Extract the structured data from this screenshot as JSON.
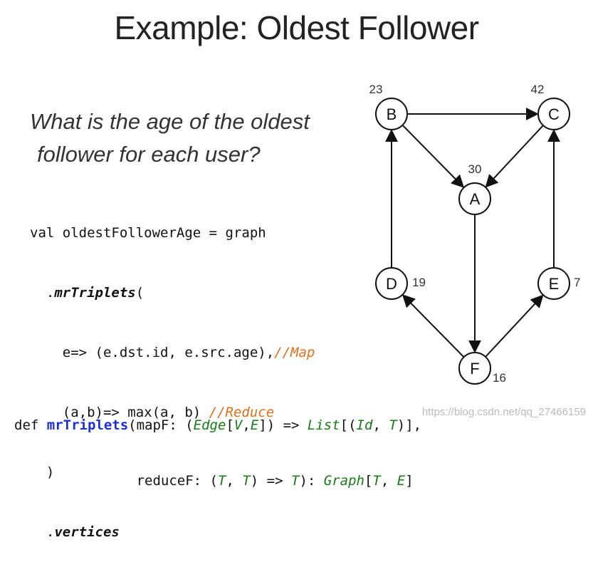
{
  "title": "Example: Oldest Follower",
  "question": {
    "line1": "What is the age of the oldest",
    "line2": "follower for each user?"
  },
  "code": {
    "l1_a": "val oldestFollowerAge = graph",
    "l2_dot": "  .",
    "l2_fn": "mrTriplets",
    "l2_paren": "(",
    "l3_code": "    e=> (e.dst.id, e.src.age),",
    "l3_cmt": "//Map",
    "l4_code": "    (a,b)=> max(a, b) ",
    "l4_cmt": "//Reduce",
    "l5": "  )",
    "l6_dot": "  .",
    "l6_fn": "vertices"
  },
  "signature": {
    "def": "def ",
    "name": "mrTriplets",
    "p1": "(mapF: (",
    "edge": "Edge",
    "b1": "[",
    "v": "V",
    "comma1": ",",
    "e": "E",
    "p2": "]) => ",
    "list": "List",
    "p3": "[(",
    "id": "Id",
    "comma2": ", ",
    "t1": "T",
    "p4": ")],",
    "indent": "               reduceF: (",
    "t2": "T",
    "comma3": ", ",
    "t3": "T",
    "p5": ") => ",
    "t4": "T",
    "p6": "): ",
    "graph": "Graph",
    "b2": "[",
    "t5": "T",
    "comma4": ", ",
    "e2": "E",
    "p7": "]"
  },
  "graph": {
    "nodes": [
      {
        "id": "B",
        "age": "23"
      },
      {
        "id": "C",
        "age": "42"
      },
      {
        "id": "A",
        "age": "30"
      },
      {
        "id": "D",
        "age": "19"
      },
      {
        "id": "E",
        "age": "7"
      },
      {
        "id": "F",
        "age": "16"
      }
    ],
    "edges": [
      {
        "from": "B",
        "to": "C"
      },
      {
        "from": "B",
        "to": "A"
      },
      {
        "from": "C",
        "to": "A"
      },
      {
        "from": "D",
        "to": "B"
      },
      {
        "from": "E",
        "to": "C"
      },
      {
        "from": "A",
        "to": "F"
      },
      {
        "from": "F",
        "to": "D"
      },
      {
        "from": "F",
        "to": "E"
      }
    ]
  },
  "watermark": "https://blog.csdn.net/qq_27466159"
}
